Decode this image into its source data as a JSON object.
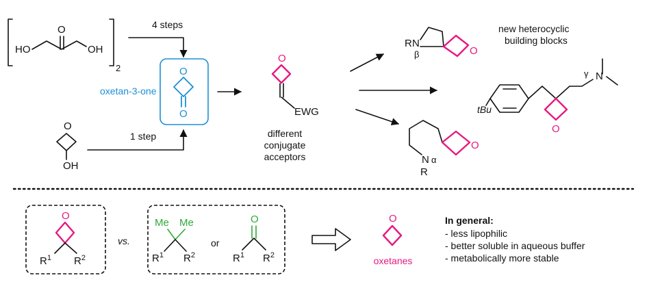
{
  "colors": {
    "oxetane": "#e6197f",
    "oxetanone": "#1b8fd6",
    "methyl": "#2eaa37",
    "ink": "#111111"
  },
  "top": {
    "reagent_dimer": {
      "left_oh": "HO",
      "right_oh": "OH",
      "carbonyl_o": "O",
      "subscript": "2"
    },
    "step_upper": "4 steps",
    "step_lower": "1 step",
    "oxetanol_oh": "OH",
    "oxetanone_label": "oxetan-3-one",
    "oxetanone_o_ring": "O",
    "oxetanone_o_carbonyl": "O",
    "acceptor_ring_o": "O",
    "acceptor_ewg": "EWG",
    "acceptor_caption": [
      "different",
      "conjugate",
      "acceptors"
    ],
    "product1": {
      "r": "R",
      "n": "N",
      "beta": "β",
      "o": "O"
    },
    "product1_caption": [
      "new heterocyclic",
      "building blocks"
    ],
    "product2": {
      "tbu": "tBu",
      "gamma": "γ",
      "n": "N",
      "o": "O"
    },
    "product3": {
      "n": "N",
      "alpha": "α",
      "r": "R",
      "o": "O"
    }
  },
  "bottom": {
    "oxetane_box": {
      "o": "O",
      "r1": "R",
      "r1_sup": "1",
      "r2": "R",
      "r2_sup": "2"
    },
    "vs_label": "vs.",
    "gem_dimethyl": {
      "me_left": "Me",
      "me_right": "Me",
      "r1": "R",
      "r1_sup": "1",
      "r2": "R",
      "r2_sup": "2"
    },
    "or_label": "or",
    "carbonyl": {
      "o": "O",
      "r1": "R",
      "r1_sup": "1",
      "r2": "R",
      "r2_sup": "2"
    },
    "oxetane_plain_o": "O",
    "oxetanes_label": "oxetanes",
    "summary_heading": "In general:",
    "summary_points": [
      "- less lipophilic",
      "- better soluble in aqueous buffer",
      "- metabolically more stable"
    ]
  }
}
